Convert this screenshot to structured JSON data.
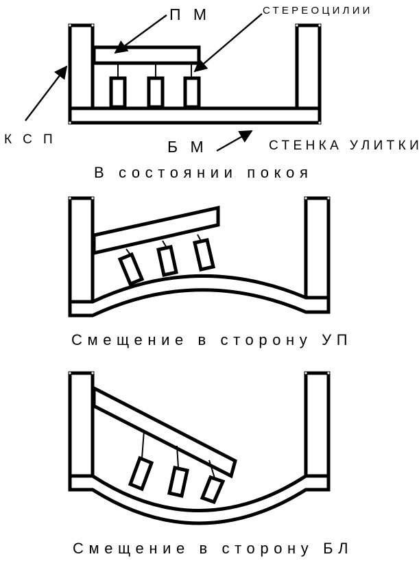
{
  "labels": {
    "pm": "П М",
    "stereocilia": "СТЕРЕОЦИЛИИ",
    "ksp": "К С П",
    "bm": "Б М",
    "cochlea_wall": "СТЕНКА УЛИТКИ"
  },
  "captions": {
    "rest": "В состоянии покоя",
    "shift_up": "Смещение в сторону УП",
    "shift_bl": "Смещение в сторону БЛ"
  }
}
